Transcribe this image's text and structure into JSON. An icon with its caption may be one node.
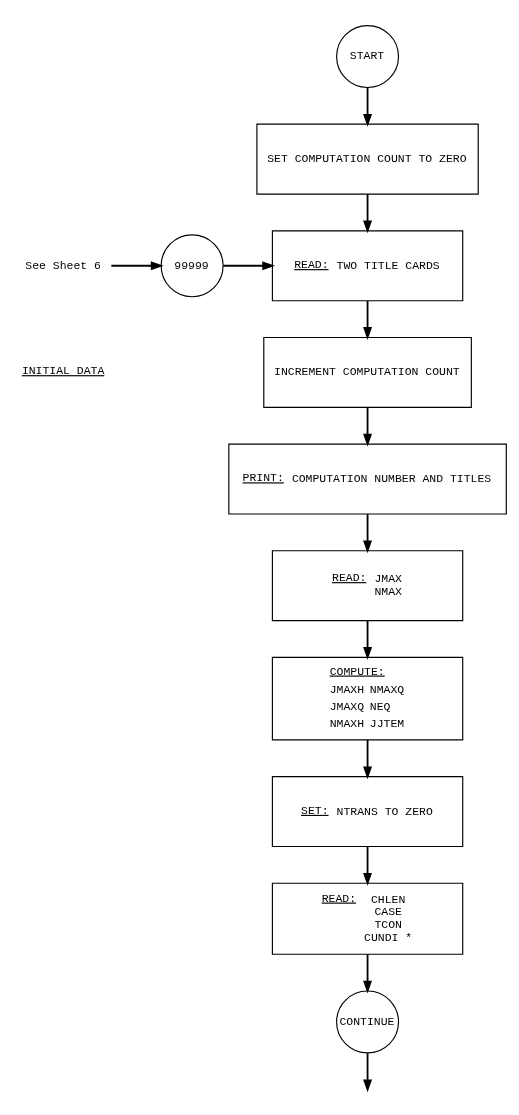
{
  "diagram": {
    "nodes": [
      {
        "text": [
          "START"
        ]
      },
      {
        "text": [
          "SET COMPUTATION COUNT TO ZERO"
        ]
      },
      {
        "text": [
          "See Sheet 6"
        ]
      },
      {
        "text": [
          "99999"
        ]
      },
      {
        "text": [
          "READ:",
          "TWO TITLE CARDS"
        ]
      },
      {
        "text": [
          "INCREMENT COMPUTATION COUNT"
        ]
      },
      {
        "text": [
          "PRINT:",
          "COMPUTATION NUMBER AND TITLES"
        ]
      },
      {
        "text": [
          "READ:",
          "JMAX",
          "NMAX"
        ]
      },
      {
        "text": [
          "COMPUTE:",
          "JMAXH",
          "NMAXQ",
          "JMAXQ",
          "NEQ",
          "NMAXH",
          "JJTEM"
        ]
      },
      {
        "text": [
          "SET:",
          "NTRANS TO ZERO"
        ]
      },
      {
        "text": [
          "READ:",
          "CHLEN",
          "CASE",
          "TCON",
          "CUNDI *"
        ]
      },
      {
        "text": [
          "CONTINUE"
        ]
      }
    ],
    "edges": [
      {
        "from": 0,
        "to": 1,
        "arrow": "to"
      },
      {
        "from": 1,
        "to": 4,
        "arrow": "to"
      },
      {
        "from": 2,
        "to": 3,
        "arrow": "to"
      },
      {
        "from": 3,
        "to": 4,
        "arrow": "to"
      },
      {
        "from": 4,
        "to": 5,
        "arrow": "to"
      },
      {
        "from": 5,
        "to": 6,
        "arrow": "to"
      },
      {
        "from": 6,
        "to": 7,
        "arrow": "to"
      },
      {
        "from": 7,
        "to": 8,
        "arrow": "to"
      },
      {
        "from": 8,
        "to": 9,
        "arrow": "to"
      },
      {
        "from": 9,
        "to": 10,
        "arrow": "to"
      },
      {
        "from": 10,
        "to": 11,
        "arrow": "to"
      },
      {
        "from": 11,
        "to": null,
        "arrow": "to"
      }
    ],
    "labels": [
      "INITIAL DATA"
    ]
  }
}
